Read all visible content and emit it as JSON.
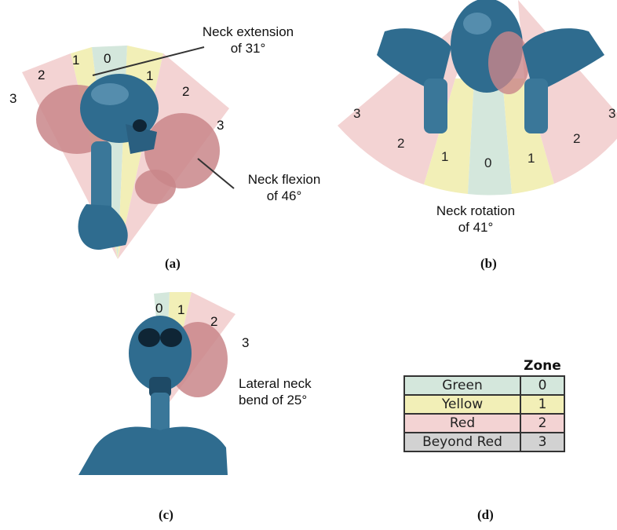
{
  "colors": {
    "green": "#d4e7dc",
    "yellow": "#f2efb7",
    "red": "#f3d3d3",
    "beyond_red": "#d2d2d2",
    "skeleton": "#2f6c8f",
    "ghost_skull": "#c9868a"
  },
  "panel_a": {
    "caption": "(a)",
    "zone_labels": {
      "left3": "3",
      "left2": "2",
      "left1": "1",
      "center0": "0",
      "right1": "1",
      "right2": "2",
      "right3": "3"
    },
    "extension_note": {
      "line1": "Neck extension",
      "line2": "of 31°"
    },
    "flexion_note": {
      "line1": "Neck flexion",
      "line2": "of 46°"
    }
  },
  "panel_b": {
    "caption": "(b)",
    "zone_labels": {
      "left3": "3",
      "left2": "2",
      "left1": "1",
      "center0": "0",
      "right1": "1",
      "right2": "2",
      "right3": "3"
    },
    "rotation_note": {
      "line1": "Neck rotation",
      "line2": "of 41°"
    }
  },
  "panel_c": {
    "caption": "(c)",
    "zone_labels": {
      "z0": "0",
      "z1": "1",
      "z2": "2",
      "z3": "3"
    },
    "lateral_note": {
      "line1": "Lateral neck",
      "line2": "bend of 25°"
    }
  },
  "panel_d": {
    "caption": "(d)",
    "header": "Zone",
    "rows": [
      {
        "name": "Green",
        "zone": "0"
      },
      {
        "name": "Yellow",
        "zone": "1"
      },
      {
        "name": "Red",
        "zone": "2"
      },
      {
        "name": "Beyond Red",
        "zone": "3"
      }
    ]
  }
}
